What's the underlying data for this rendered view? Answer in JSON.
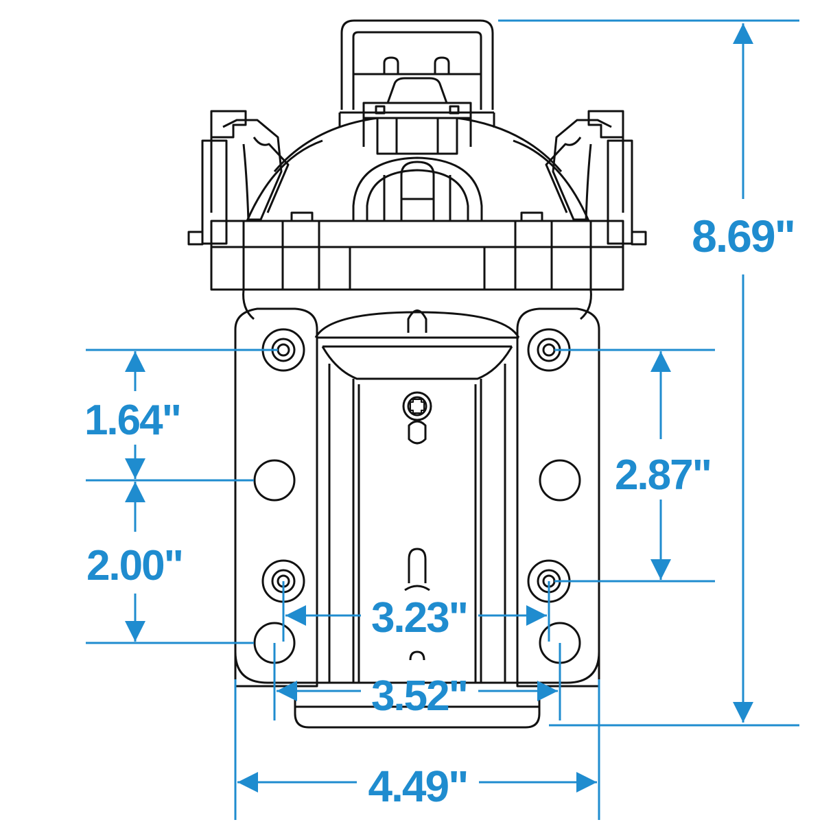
{
  "colors": {
    "dimension": "#1f8ccf",
    "outline": "#111111",
    "background": "#ffffff"
  },
  "dimensions": {
    "overall_height": "8.69\"",
    "upper_hole_spacing": "1.64\"",
    "lower_hole_spacing": "2.00\"",
    "vertical_mount_spacing": "2.87\"",
    "inner_horizontal_spacing": "3.23\"",
    "outer_horizontal_spacing": "3.52\"",
    "overall_width": "4.49\""
  }
}
